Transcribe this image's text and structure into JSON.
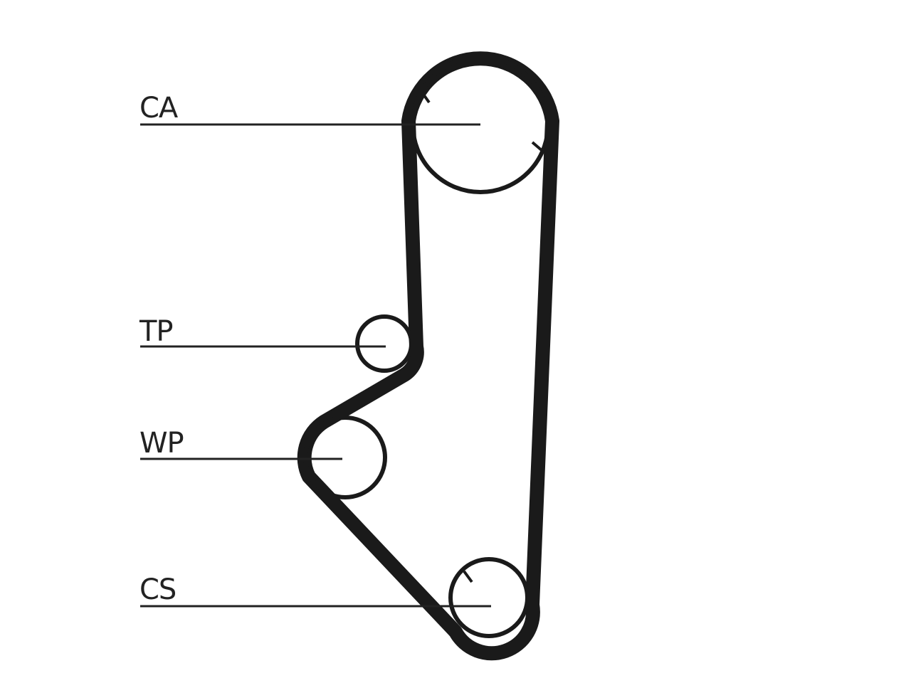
{
  "labels": {
    "ca": "CA",
    "tp": "TP",
    "wp": "WP",
    "cs": "CS"
  },
  "colors": {
    "line": "#1a1a1a",
    "background": "#ffffff"
  }
}
